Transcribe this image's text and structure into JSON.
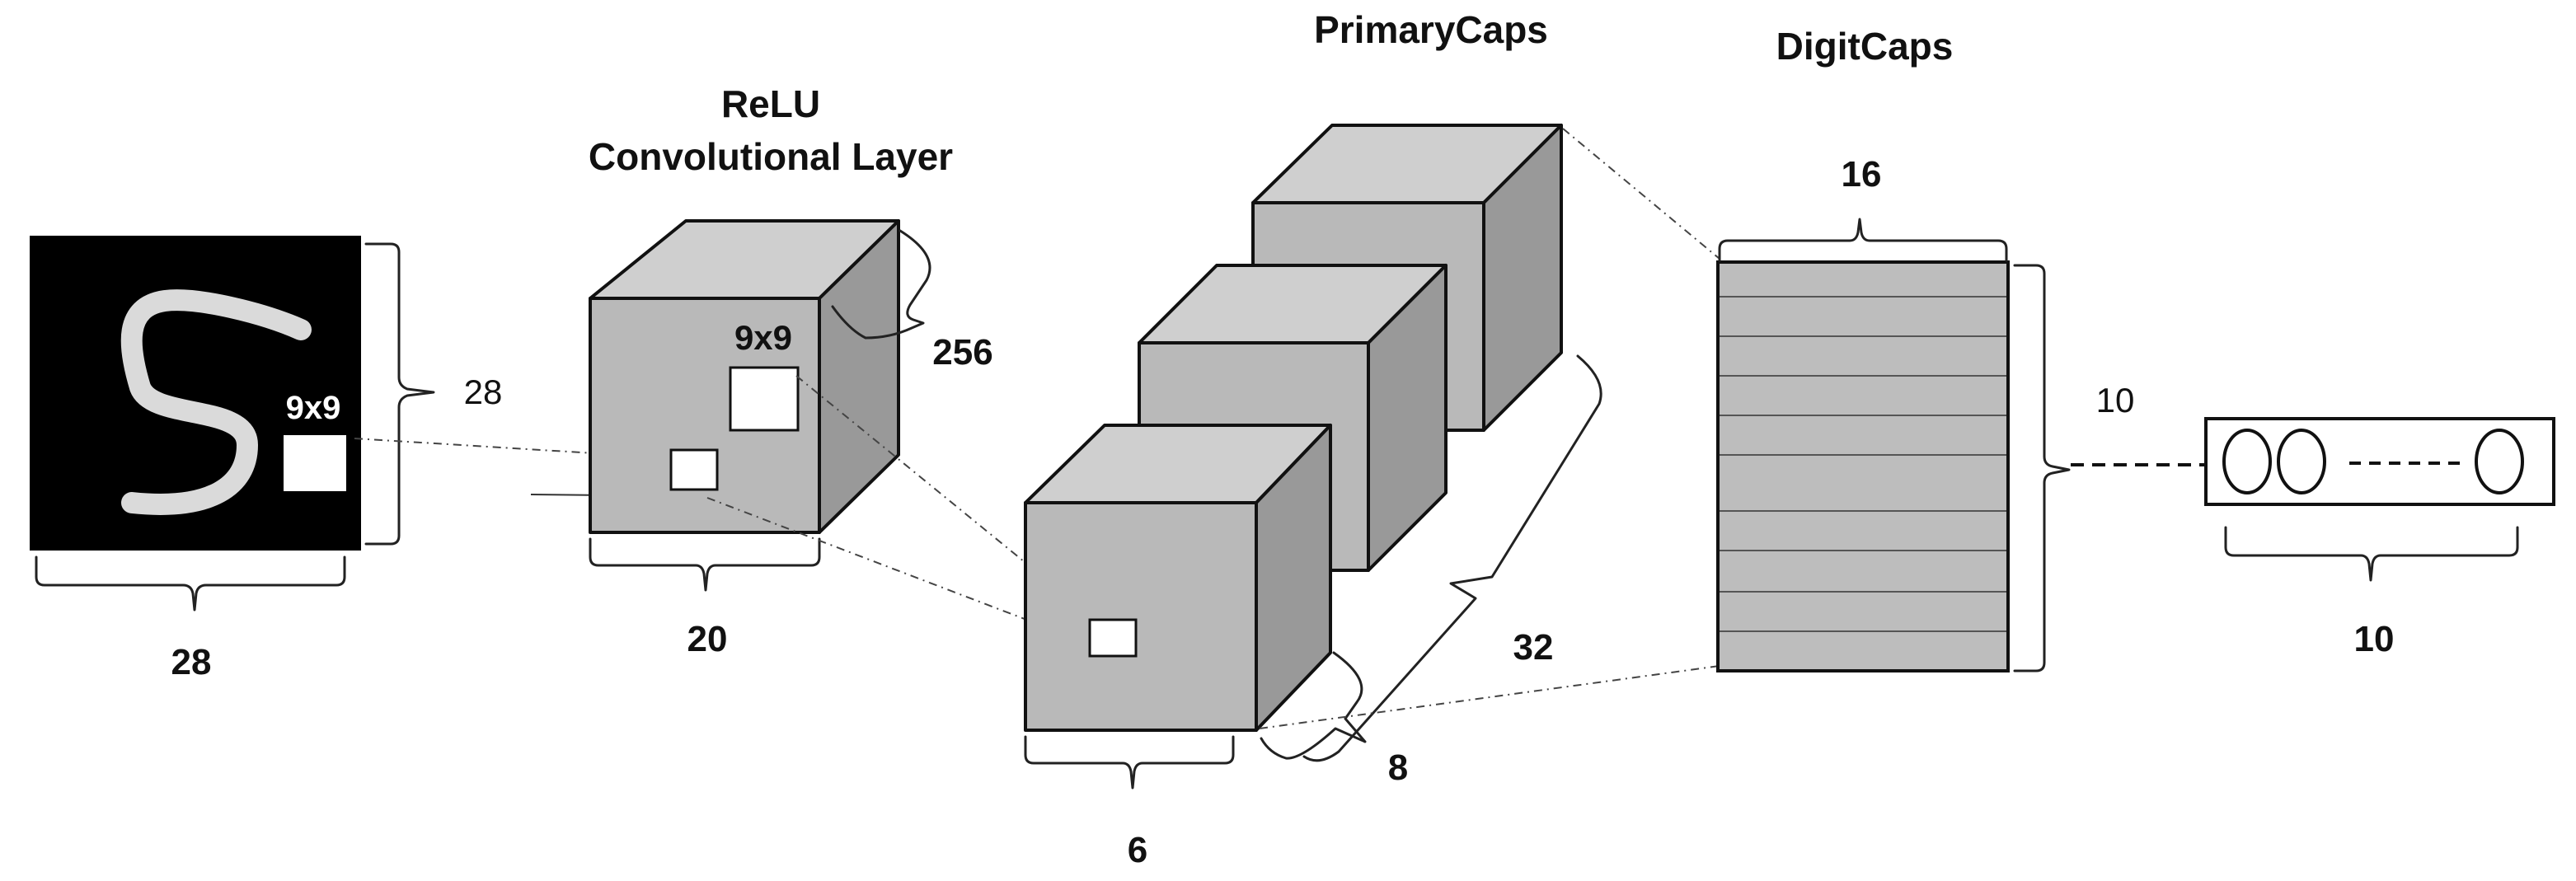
{
  "titles": {
    "conv_line1": "ReLU",
    "conv_line2": "Convolutional Layer",
    "primary_caps": "PrimaryCaps",
    "digit_caps": "DigitCaps"
  },
  "input": {
    "digit": "5",
    "kernel_label": "9x9",
    "height": "28",
    "width": "28"
  },
  "conv": {
    "kernel_label": "9x9",
    "depth": "256",
    "width": "20"
  },
  "primary": {
    "width": "6",
    "depth": "8",
    "count": "32"
  },
  "digitcaps": {
    "width": "16",
    "height": "10"
  },
  "output": {
    "width": "10"
  },
  "colors": {
    "cube_front": "#b9b9b9",
    "cube_top": "#cfcfcf",
    "cube_side": "#999999",
    "matrix_fill": "#bdbdbd",
    "input_bg": "#000000"
  }
}
